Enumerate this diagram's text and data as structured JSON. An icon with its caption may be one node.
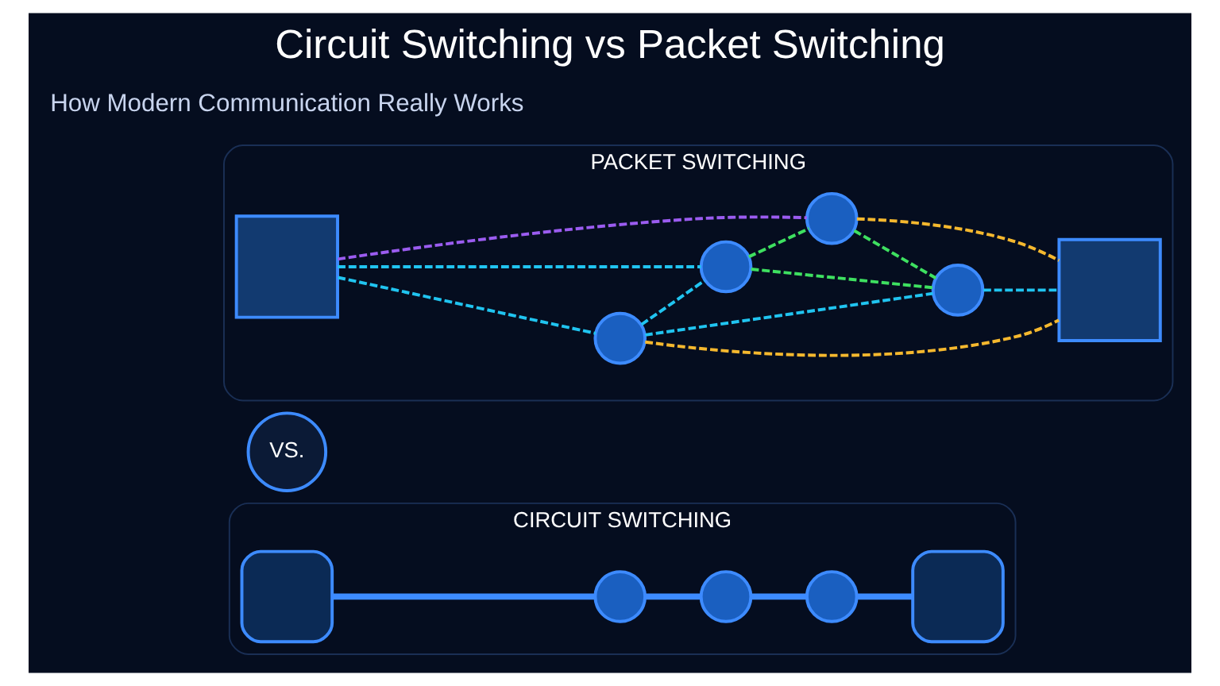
{
  "diagram": {
    "title": "Circuit Switching vs Packet Switching",
    "nodes": [
      {
        "text": [
          "CIRCUIT SWITCHING"
        ]
      },
      {
        "text": [],
        "shape": "telephone",
        "in": 0
      },
      {
        "text": [],
        "shape": "circle",
        "in": 0
      },
      {
        "text": [],
        "shape": "circle",
        "in": 0
      },
      {
        "text": [],
        "shape": "circle",
        "in": 0
      },
      {
        "text": [],
        "shape": "telephone",
        "in": 0
      },
      {
        "text": [
          "VS."
        ]
      },
      {
        "text": [
          "PACKET SWITCHING"
        ]
      },
      {
        "text": [],
        "shape": "monitor",
        "in": 7
      },
      {
        "text": [],
        "shape": "circle",
        "in": 7
      },
      {
        "text": [],
        "shape": "circle",
        "in": 7
      },
      {
        "text": [],
        "shape": "circle",
        "in": 7
      },
      {
        "text": [],
        "shape": "circle",
        "in": 7
      },
      {
        "text": [],
        "shape": "monitor",
        "in": 7
      }
    ],
    "edges": [
      {
        "from": 1,
        "to": 2,
        "arrow": "none",
        "style": "thick",
        "color": "#3d8bff"
      },
      {
        "from": 2,
        "to": 3,
        "arrow": "none",
        "style": "thick",
        "color": "#3d8bff"
      },
      {
        "from": 3,
        "to": 4,
        "arrow": "none",
        "style": "thick",
        "color": "#3d8bff"
      },
      {
        "from": 4,
        "to": 5,
        "arrow": "none",
        "style": "thick",
        "color": "#3d8bff"
      },
      {
        "from": 8,
        "to": 9,
        "arrow": "none",
        "style": "dashed",
        "color": "#20c4f0"
      },
      {
        "from": 8,
        "to": 10,
        "arrow": "none",
        "style": "dashed",
        "color": "#20c4f0"
      },
      {
        "from": 8,
        "to": 12,
        "arrow": "none",
        "style": "dashed",
        "color": "#9b5cf0"
      },
      {
        "from": 9,
        "to": 10,
        "arrow": "none",
        "style": "dashed",
        "color": "#20c4f0"
      },
      {
        "from": 9,
        "to": 11,
        "arrow": "none",
        "style": "dashed",
        "color": "#20c4f0"
      },
      {
        "from": 9,
        "to": 13,
        "arrow": "none",
        "style": "dashed",
        "color": "#f5b82e"
      },
      {
        "from": 10,
        "to": 11,
        "arrow": "none",
        "style": "dashed",
        "color": "#3ee060"
      },
      {
        "from": 10,
        "to": 12,
        "arrow": "none",
        "style": "dashed",
        "color": "#3ee060"
      },
      {
        "from": 12,
        "to": 11,
        "arrow": "none",
        "style": "dashed",
        "color": "#3ee060"
      },
      {
        "from": 11,
        "to": 13,
        "arrow": "none",
        "style": "dashed",
        "color": "#20c4f0"
      },
      {
        "from": 12,
        "to": 13,
        "arrow": "none",
        "style": "dashed",
        "color": "#f5b82e"
      }
    ],
    "labels": [
      "How Modern Communication Really Works"
    ]
  }
}
